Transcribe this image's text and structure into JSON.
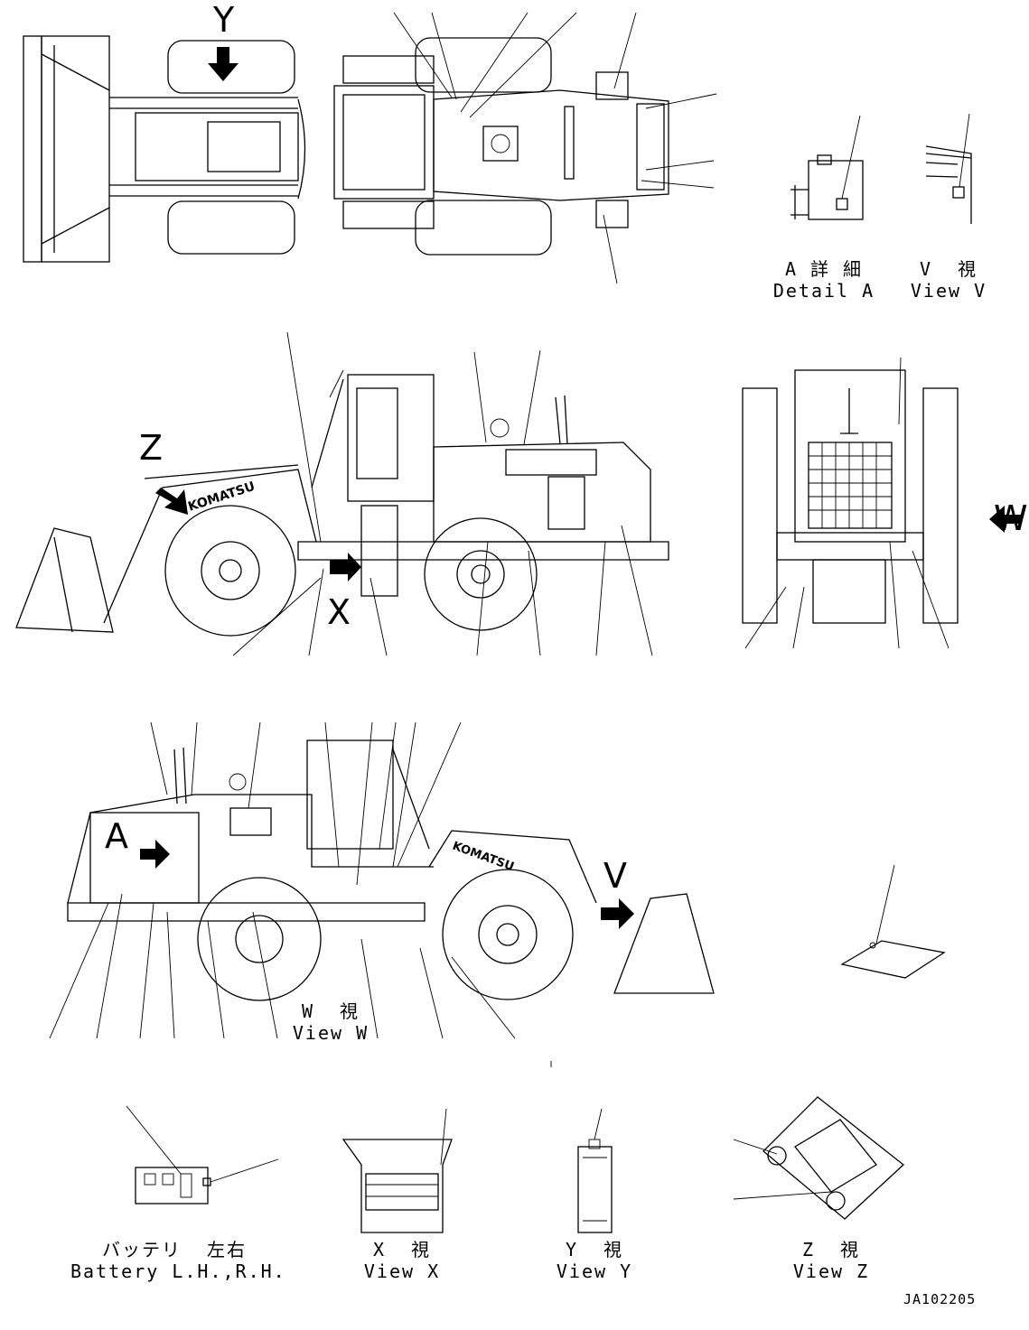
{
  "view_letters": {
    "y": "Y",
    "z": "Z",
    "x": "X",
    "w": "W",
    "a": "A",
    "v": "V"
  },
  "captions": {
    "detail_a_jp": "A 詳 細",
    "detail_a_en": "Detail A",
    "view_v_jp": "V  視",
    "view_v_en": "View V",
    "view_w_jp": "W  視",
    "view_w_en": "View W",
    "battery_jp": "バッテリ  左右",
    "battery_en": "Battery L.H.,R.H.",
    "view_x_jp": "X  視",
    "view_x_en": "View X",
    "view_y_jp": "Y  視",
    "view_y_en": "View Y",
    "view_z_jp": "Z  視",
    "view_z_en": "View Z"
  },
  "brand_text": "KOMATSU",
  "drawing_code": "JA102205"
}
